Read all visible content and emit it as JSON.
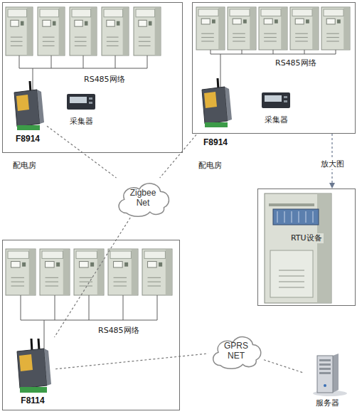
{
  "diagram": {
    "nodes": [
      {
        "text": [
          "RS485网络",
          "配电房"
        ]
      },
      {
        "text": [
          "F8914"
        ],
        "in": 0
      },
      {
        "text": [
          "采集器"
        ],
        "in": 0
      },
      {
        "text": [
          "RS485网络",
          "配电房"
        ]
      },
      {
        "text": [
          "F8914"
        ],
        "in": 3
      },
      {
        "text": [
          "采集器"
        ],
        "in": 3
      },
      {
        "text": [
          "Zigbee Net"
        ]
      },
      {
        "text": [
          "RTU设备"
        ]
      },
      {
        "text": [
          "RS485网络"
        ]
      },
      {
        "text": [
          "F8114"
        ],
        "in": 8
      },
      {
        "text": [
          "GPRS NET"
        ]
      },
      {
        "text": [
          "服务器"
        ]
      }
    ],
    "edges": [
      {
        "from": 1,
        "to": 6,
        "arrow": "none"
      },
      {
        "from": 4,
        "to": 6,
        "arrow": "none"
      },
      {
        "from": 6,
        "to": 9,
        "arrow": "none"
      },
      {
        "from": 9,
        "to": 10,
        "arrow": "none"
      },
      {
        "from": 10,
        "to": 11,
        "arrow": "none"
      },
      {
        "from": 3,
        "to": 7,
        "arrow": "to",
        "label": "放大图"
      }
    ]
  }
}
